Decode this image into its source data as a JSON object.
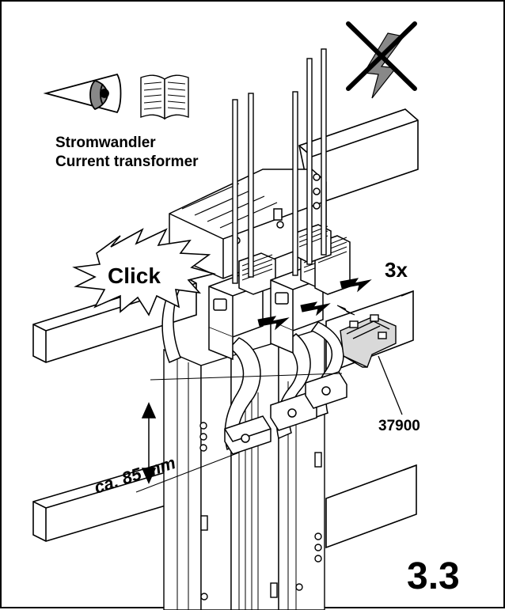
{
  "labels": {
    "title_de": "Stromwandler",
    "title_en": "Current transformer",
    "click": "Click",
    "count": "3x",
    "part_number": "37900",
    "distance": "ca. 85 mm",
    "step": "3.3"
  },
  "icons": [
    "eye-icon",
    "book-icon",
    "no-voltage-icon"
  ]
}
